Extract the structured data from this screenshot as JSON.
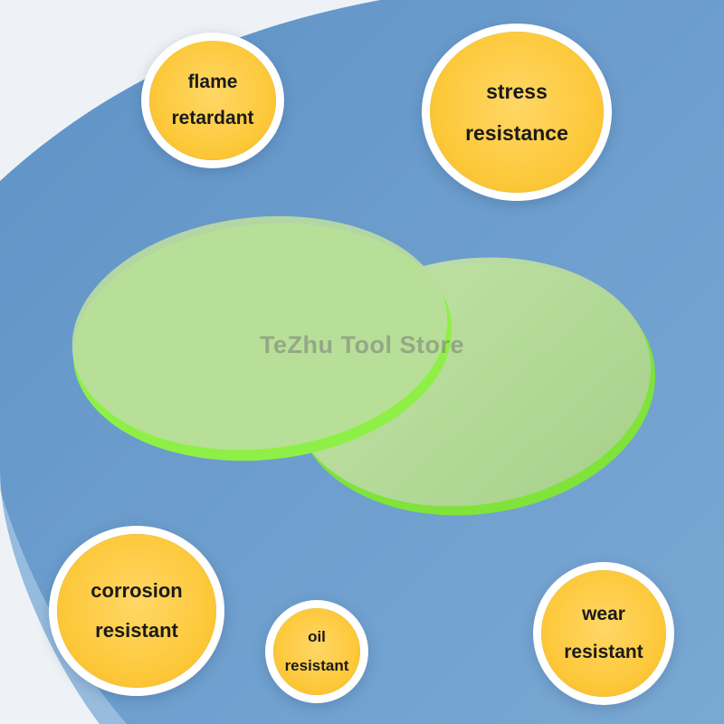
{
  "badges": {
    "flame": {
      "line1": "flame",
      "line2": "retardant"
    },
    "stress": {
      "line1": "stress",
      "line2": "resistance"
    },
    "corrosion": {
      "line1": "corrosion",
      "line2": "resistant"
    },
    "oil": {
      "line1": "oil",
      "line2": "resistant"
    },
    "wear": {
      "line1": "wear",
      "line2": "resistant"
    }
  },
  "watermark": "TeZhu Tool Store",
  "colors": {
    "background": "#6b9bc8",
    "badge": "#fdc93c",
    "disc_edge": "#8ef046",
    "disc_face": "#b8d99a"
  }
}
